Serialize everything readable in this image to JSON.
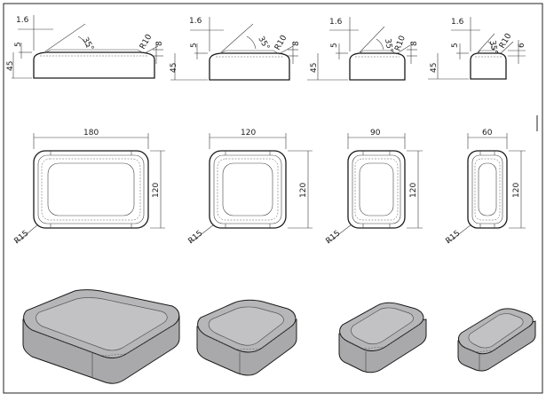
{
  "sections": {
    "profile": [
      {
        "t": "1.6",
        "h": "5",
        "H": "45",
        "ang": "35°",
        "r": "R10",
        "e": "8"
      },
      {
        "t": "1.6",
        "h": "5",
        "H": "45",
        "ang": "35°",
        "r": "R10",
        "e": "8"
      },
      {
        "t": "1.6",
        "h": "5",
        "H": "45",
        "ang": "35°",
        "r": "R10",
        "e": "8"
      },
      {
        "t": "1.6",
        "h": "5",
        "H": "45",
        "ang": "35°",
        "r": "R10",
        "e": "6"
      }
    ],
    "plan": [
      {
        "w": "180",
        "d": "120",
        "r": "R15"
      },
      {
        "w": "120",
        "d": "120",
        "r": "R15"
      },
      {
        "w": "90",
        "d": "120",
        "r": "R15"
      },
      {
        "w": "60",
        "d": "120",
        "r": "R15"
      }
    ]
  },
  "colors": {
    "line": "#1a1a1a",
    "block": "#a9a9ab",
    "top": "#b6b6b8",
    "inset": "#c2c2c4"
  }
}
